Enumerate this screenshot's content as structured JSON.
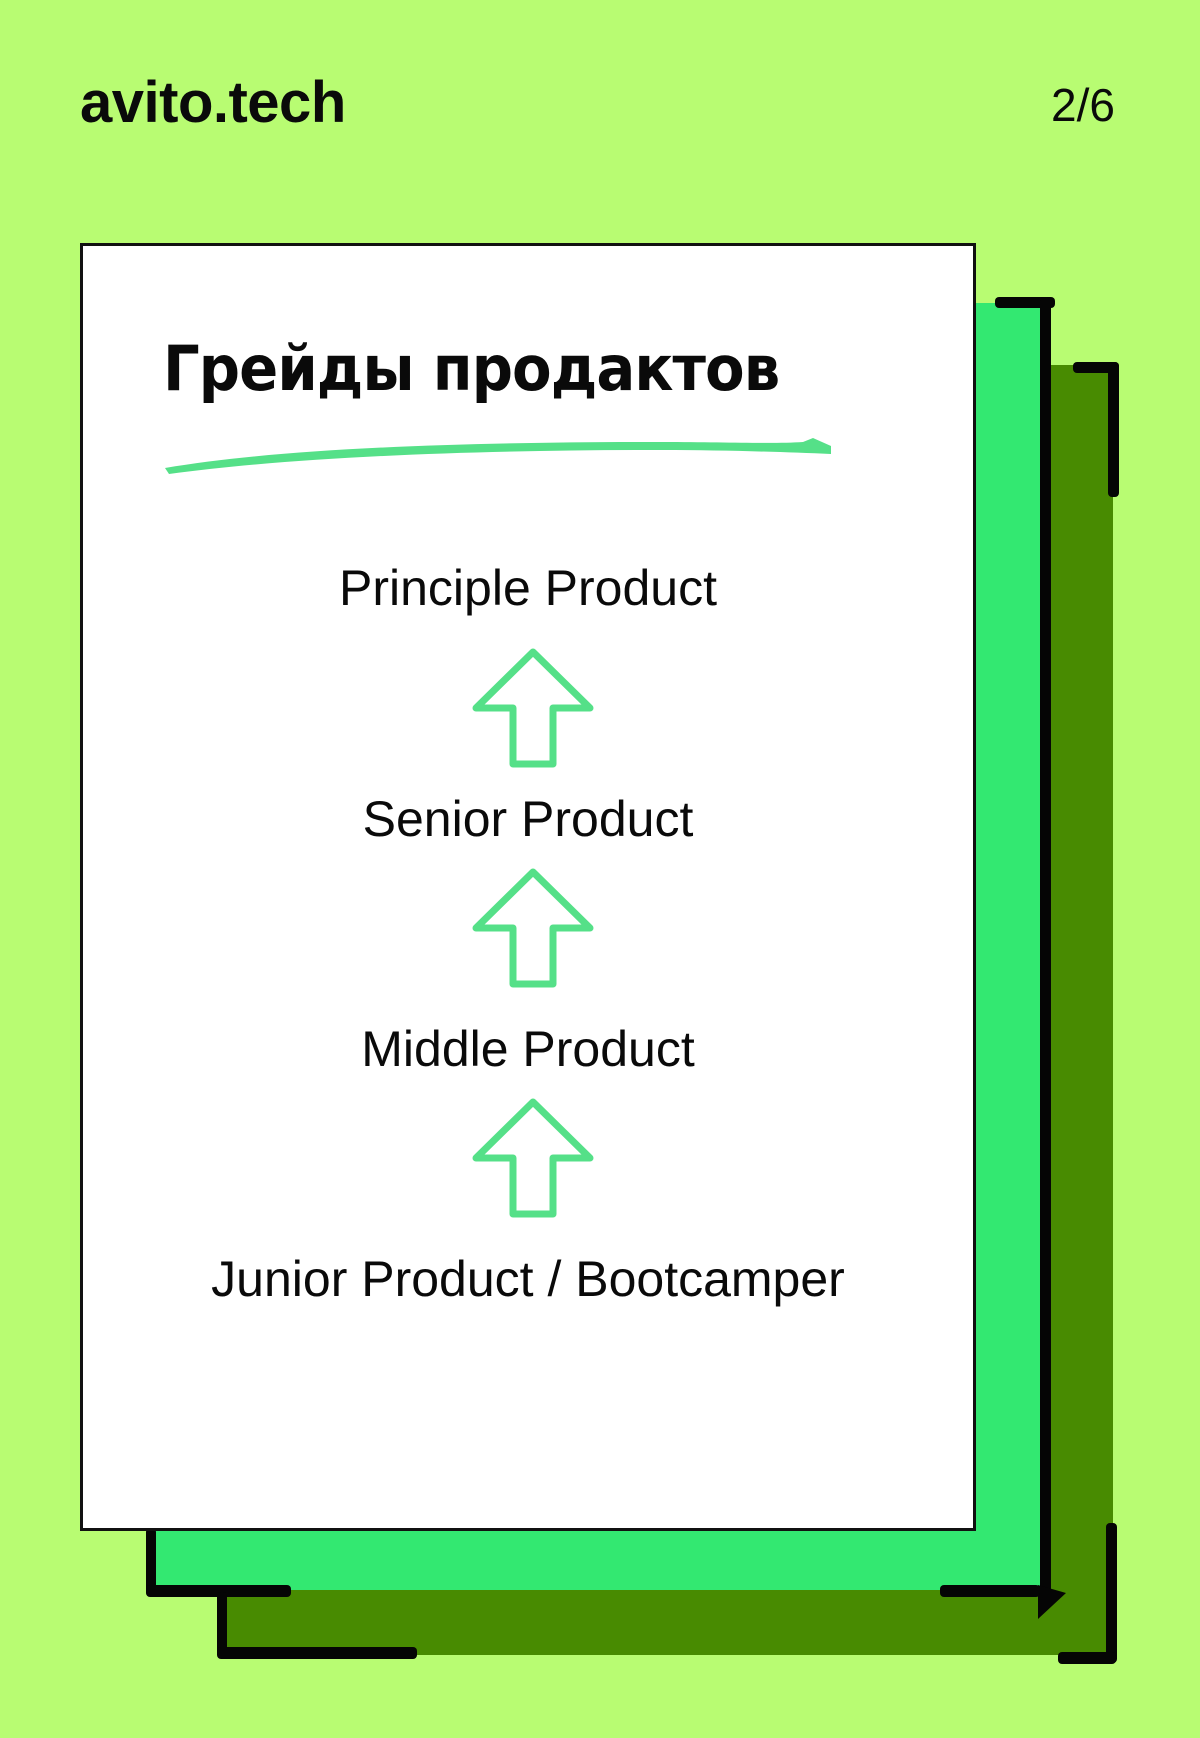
{
  "header": {
    "brand": "avito.tech",
    "page_counter": "2/6"
  },
  "card": {
    "title": "Грейды продактов",
    "grades": [
      "Principle Product",
      "Senior Product",
      "Middle Product",
      "Junior Product / Bootcamper"
    ],
    "arrow_icon": "up-arrow-outline-icon"
  },
  "colors": {
    "background": "#b8fc72",
    "card": "#ffffff",
    "layer_mid": "#33e871",
    "layer_back": "#488b01",
    "accent_stroke": "#55e088",
    "ink": "#0a0a0a"
  }
}
